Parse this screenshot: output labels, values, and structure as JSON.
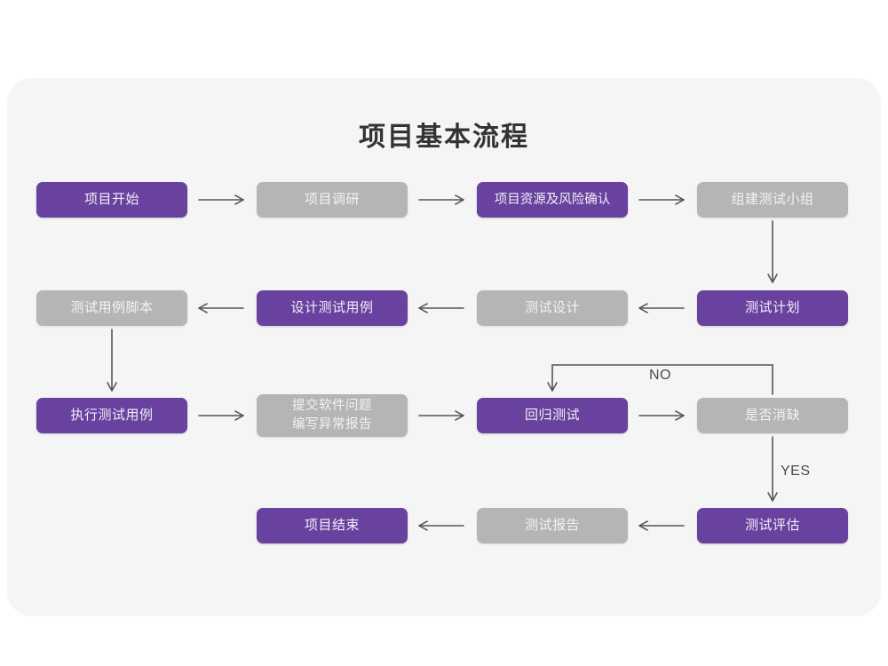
{
  "diagram": {
    "title": "项目基本流程",
    "colors": {
      "page_background": "#ffffff",
      "panel_background": "#f5f5f5",
      "node_active": "#68429e",
      "node_inactive": "#b5b5b5",
      "node_text": "#f3f3f3",
      "connector": "#555555",
      "title_text": "#333333"
    },
    "nodes": [
      {
        "id": "n1",
        "label": "项目开始",
        "state": "purple",
        "row": 1,
        "col": 1
      },
      {
        "id": "n2",
        "label": "项目调研",
        "state": "gray",
        "row": 1,
        "col": 2
      },
      {
        "id": "n3",
        "label": "项目资源及风险确认",
        "state": "purple",
        "row": 1,
        "col": 3
      },
      {
        "id": "n4",
        "label": "组建测试小组",
        "state": "gray",
        "row": 1,
        "col": 4
      },
      {
        "id": "n5",
        "label": "测试用例脚本",
        "state": "gray",
        "row": 2,
        "col": 1
      },
      {
        "id": "n6",
        "label": "设计测试用例",
        "state": "purple",
        "row": 2,
        "col": 2
      },
      {
        "id": "n7",
        "label": "测试设计",
        "state": "gray",
        "row": 2,
        "col": 3
      },
      {
        "id": "n8",
        "label": "测试计划",
        "state": "purple",
        "row": 2,
        "col": 4
      },
      {
        "id": "n9",
        "label": "执行测试用例",
        "state": "purple",
        "row": 3,
        "col": 1
      },
      {
        "id": "n10",
        "label": "提交软件问题\n编写异常报告",
        "state": "gray",
        "row": 3,
        "col": 2
      },
      {
        "id": "n11",
        "label": "回归测试",
        "state": "purple",
        "row": 3,
        "col": 3
      },
      {
        "id": "n12",
        "label": "是否消缺",
        "state": "gray",
        "row": 3,
        "col": 4
      },
      {
        "id": "n13",
        "label": "项目结束",
        "state": "purple",
        "row": 4,
        "col": 2
      },
      {
        "id": "n14",
        "label": "测试报告",
        "state": "gray",
        "row": 4,
        "col": 3
      },
      {
        "id": "n15",
        "label": "测试评估",
        "state": "purple",
        "row": 4,
        "col": 4
      }
    ],
    "edges": [
      {
        "from": "n1",
        "to": "n2",
        "label": "",
        "direction": "right"
      },
      {
        "from": "n2",
        "to": "n3",
        "label": "",
        "direction": "right"
      },
      {
        "from": "n3",
        "to": "n4",
        "label": "",
        "direction": "right"
      },
      {
        "from": "n4",
        "to": "n8",
        "label": "",
        "direction": "down"
      },
      {
        "from": "n8",
        "to": "n7",
        "label": "",
        "direction": "left"
      },
      {
        "from": "n7",
        "to": "n6",
        "label": "",
        "direction": "left"
      },
      {
        "from": "n6",
        "to": "n5",
        "label": "",
        "direction": "left"
      },
      {
        "from": "n5",
        "to": "n9",
        "label": "",
        "direction": "down"
      },
      {
        "from": "n9",
        "to": "n10",
        "label": "",
        "direction": "right"
      },
      {
        "from": "n10",
        "to": "n11",
        "label": "",
        "direction": "right"
      },
      {
        "from": "n11",
        "to": "n12",
        "label": "",
        "direction": "right"
      },
      {
        "from": "n12",
        "to": "n11",
        "label": "NO",
        "direction": "loop-up-left-down"
      },
      {
        "from": "n12",
        "to": "n15",
        "label": "YES",
        "direction": "down"
      },
      {
        "from": "n15",
        "to": "n14",
        "label": "",
        "direction": "left"
      },
      {
        "from": "n14",
        "to": "n13",
        "label": "",
        "direction": "left"
      }
    ],
    "edge_labels": {
      "no": "NO",
      "yes": "YES"
    }
  }
}
